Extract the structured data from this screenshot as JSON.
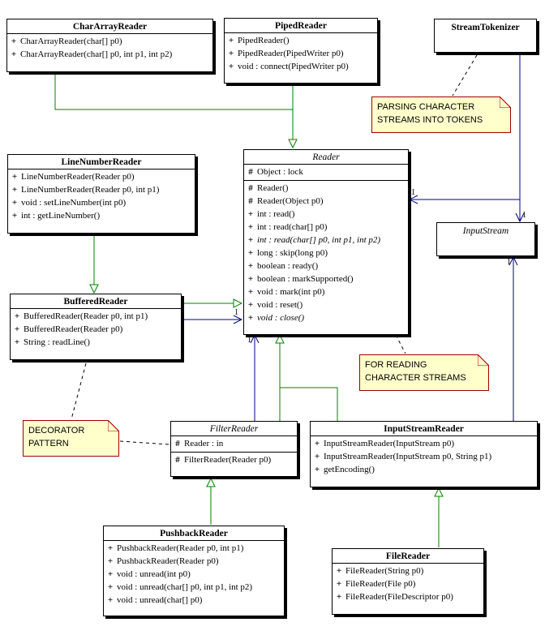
{
  "classes": {
    "char_array_reader": {
      "name": "CharArrayReader",
      "methods": [
        "CharArrayReader(char[] p0)",
        "CharArrayReader(char[] p0, int p1, int p2)"
      ]
    },
    "piped_reader": {
      "name": "PipedReader",
      "methods": [
        "PipedReader()",
        "PipedReader(PipedWriter p0)",
        "void : connect(PipedWriter p0)"
      ]
    },
    "stream_tokenizer": {
      "name": "StreamTokenizer"
    },
    "line_number_reader": {
      "name": "LineNumberReader",
      "methods": [
        "LineNumberReader(Reader p0)",
        "LineNumberReader(Reader p0, int p1)",
        "void : setLineNumber(int p0)",
        "int : getLineNumber()"
      ]
    },
    "reader": {
      "name": "Reader",
      "attributes": [
        "Object : lock"
      ],
      "constructors": [
        "Reader()",
        "Reader(Object p0)"
      ],
      "methods": [
        "int : read()",
        "int : read(char[] p0)",
        "int : read(char[] p0, int p1, int p2)",
        "long : skip(long p0)",
        "boolean : ready()",
        "boolean : markSupported()",
        "void : mark(int p0)",
        "void : reset()",
        "void : close()"
      ]
    },
    "input_stream": {
      "name": "InputStream"
    },
    "buffered_reader": {
      "name": "BufferedReader",
      "methods": [
        "BufferedReader(Reader p0, int p1)",
        "BufferedReader(Reader p0)",
        "String : readLine()"
      ]
    },
    "filter_reader": {
      "name": "FilterReader",
      "attributes": [
        "Reader : in"
      ],
      "methods": [
        "FilterReader(Reader p0)"
      ]
    },
    "input_stream_reader": {
      "name": "InputStreamReader",
      "methods": [
        "InputStreamReader(InputStream p0)",
        "InputStreamReader(InputStream p0, String p1)",
        "getEncoding()"
      ]
    },
    "pushback_reader": {
      "name": "PushbackReader",
      "methods": [
        "PushbackReader(Reader p0, int p1)",
        "PushbackReader(Reader p0)",
        "void : unread(int p0)",
        "void : unread(char[] p0, int p1, int p2)",
        "void : unread(char[] p0)"
      ]
    },
    "file_reader": {
      "name": "FileReader",
      "methods": [
        "FileReader(String p0)",
        "FileReader(File p0)",
        "FileReader(FileDescriptor p0)"
      ]
    }
  },
  "notes": {
    "parsing": [
      "PARSING CHARACTER",
      "STREAMS INTO TOKENS"
    ],
    "reading": [
      "FOR READING",
      "CHARACTER STREAMS"
    ],
    "decorator": [
      "DECORATOR",
      "PATTERN"
    ]
  },
  "multiplicities": {
    "tokenizer_reader": "1",
    "tokenizer_inputstream": "1",
    "buffered_reader": "1",
    "filter_reader": "1",
    "isr_inputstream": "1"
  },
  "visibility": {
    "public": "+",
    "protected": "#"
  },
  "colors": {
    "generalization": "#008000",
    "association": "#000080",
    "note_fill": "#ffffcc",
    "note_border": "#a00000"
  }
}
